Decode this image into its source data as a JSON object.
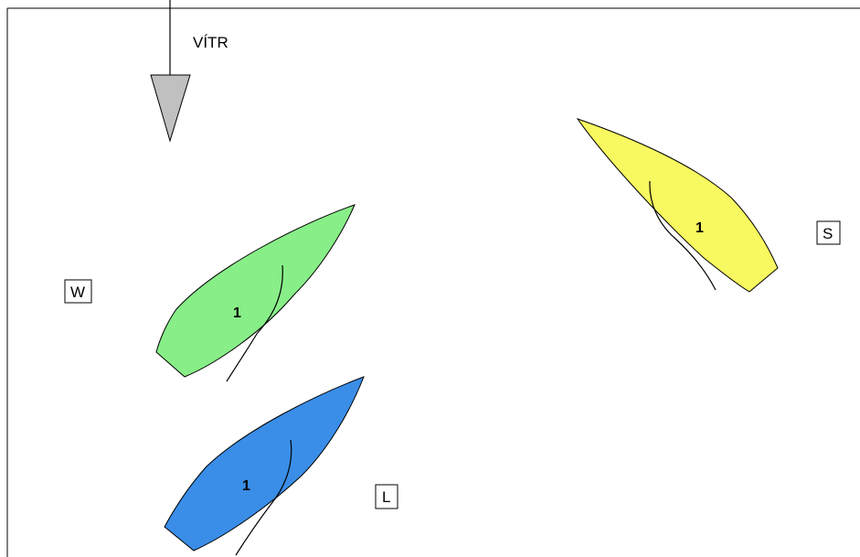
{
  "wind": {
    "label": "VÍTR",
    "arrow_color": "#c0c0c0"
  },
  "boats": {
    "windward": {
      "label": "W",
      "number": "1",
      "color": "#88ee88"
    },
    "starboard": {
      "label": "S",
      "number": "1",
      "color": "#f8f860"
    },
    "leeward": {
      "label": "L",
      "number": "1",
      "color": "#3a8ee8"
    }
  }
}
